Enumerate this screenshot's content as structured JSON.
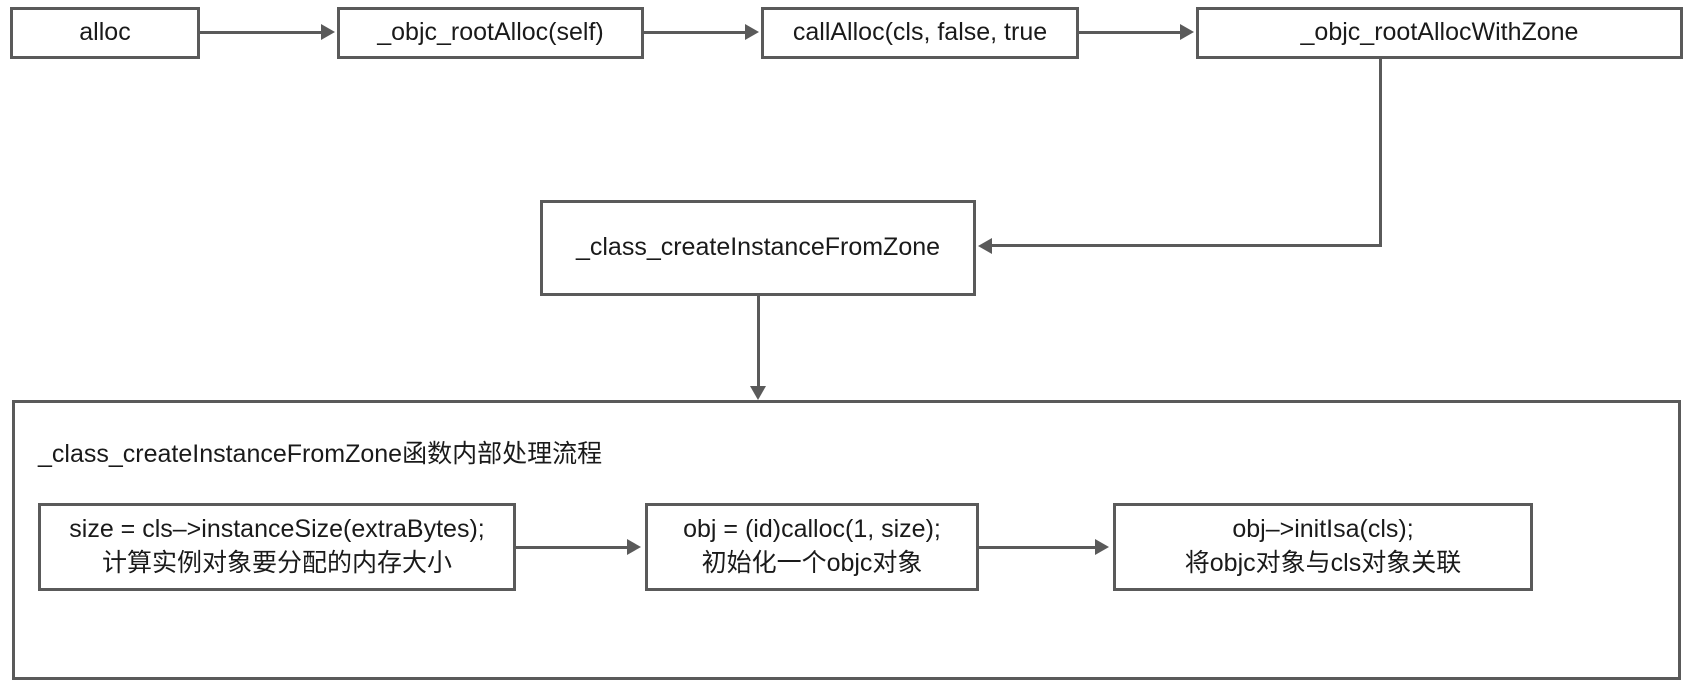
{
  "diagram": {
    "title_text": "_class_createInstanceFromZone函数内部处理流程",
    "colors": {
      "stroke": "#5a5a5a",
      "fill": "#ffffff",
      "text": "#1a1a1a"
    },
    "top_row": [
      {
        "id": "alloc",
        "label": "alloc"
      },
      {
        "id": "objc-root-alloc",
        "label": "_objc_rootAlloc(self)"
      },
      {
        "id": "call-alloc",
        "label": "callAlloc(cls, false, true"
      },
      {
        "id": "objc-root-alloc-with-zone",
        "label": "_objc_rootAllocWithZone"
      }
    ],
    "mid_node": {
      "id": "class-create-instance-from-zone",
      "label": "_class_createInstanceFromZone"
    },
    "inner_steps": [
      {
        "id": "instance-size",
        "line1": "size = cls–>instanceSize(extraBytes);",
        "line2": "计算实例对象要分配的内存大小"
      },
      {
        "id": "calloc",
        "line1": "obj = (id)calloc(1, size);",
        "line2": "初始化一个objc对象"
      },
      {
        "id": "init-isa",
        "line1": "obj–>initIsa(cls);",
        "line2": "将objc对象与cls对象关联"
      }
    ],
    "connectors": [
      {
        "id": "alloc-to-rootalloc",
        "kind": "arrow-right"
      },
      {
        "id": "rootalloc-to-callalloc",
        "kind": "arrow-right"
      },
      {
        "id": "callalloc-to-rootallocwithzone",
        "kind": "arrow-right"
      },
      {
        "id": "rootallocwithzone-to-createinstance",
        "kind": "elbow-arrow-left"
      },
      {
        "id": "createinstance-to-group",
        "kind": "arrow-down"
      },
      {
        "id": "instancesize-to-calloc",
        "kind": "arrow-right"
      },
      {
        "id": "calloc-to-initisa",
        "kind": "arrow-right"
      }
    ]
  }
}
